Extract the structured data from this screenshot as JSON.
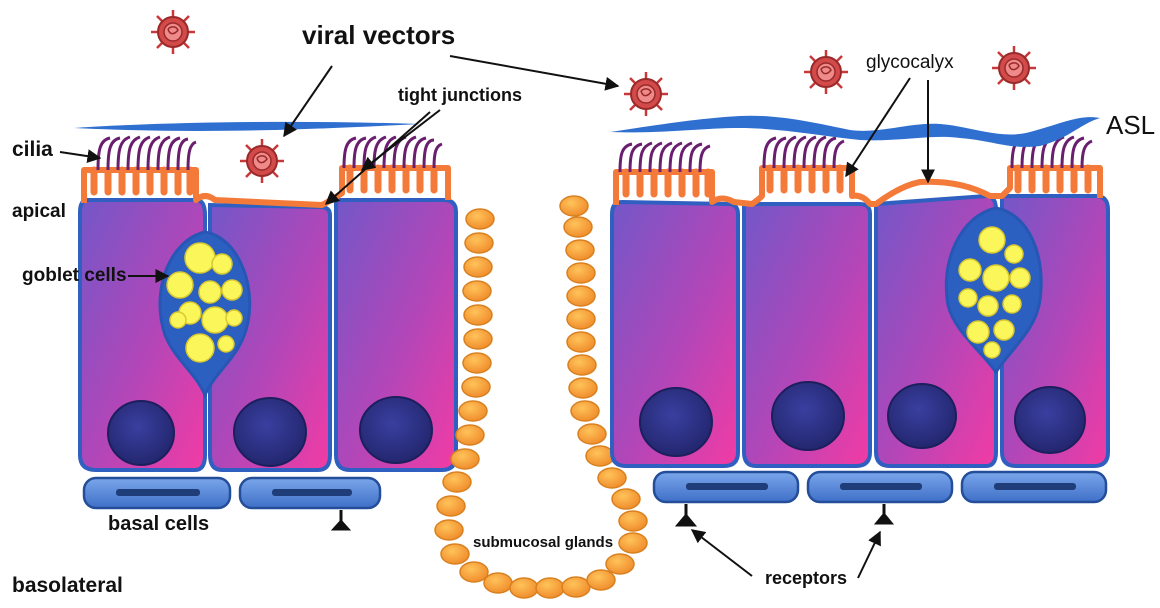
{
  "labels": {
    "viral_vectors": "viral vectors",
    "tight_junctions": "tight junctions",
    "glycocalyx": "glycocalyx",
    "asl": "ASL",
    "cilia": "cilia",
    "apical": "apical",
    "goblet_cells": "goblet cells",
    "basal_cells": "basal cells",
    "submucosal_glands": "submucosal glands",
    "receptors": "receptors",
    "basolateral": "basolateral"
  },
  "colors": {
    "cell_purple": "#7b57c4",
    "cell_pink": "#ee3aa8",
    "cell_border": "#2f5fc0",
    "nucleus": "#2b2f8a",
    "apical_orange": "#f47a3a",
    "cilia_purple": "#6a1e6e",
    "asl_blue": "#2f6fd0",
    "goblet_yellow": "#fbf65a",
    "gland_orange": "#f3a23a",
    "basal_blue": "#4f86d8",
    "virus_red": "#c8383a"
  }
}
